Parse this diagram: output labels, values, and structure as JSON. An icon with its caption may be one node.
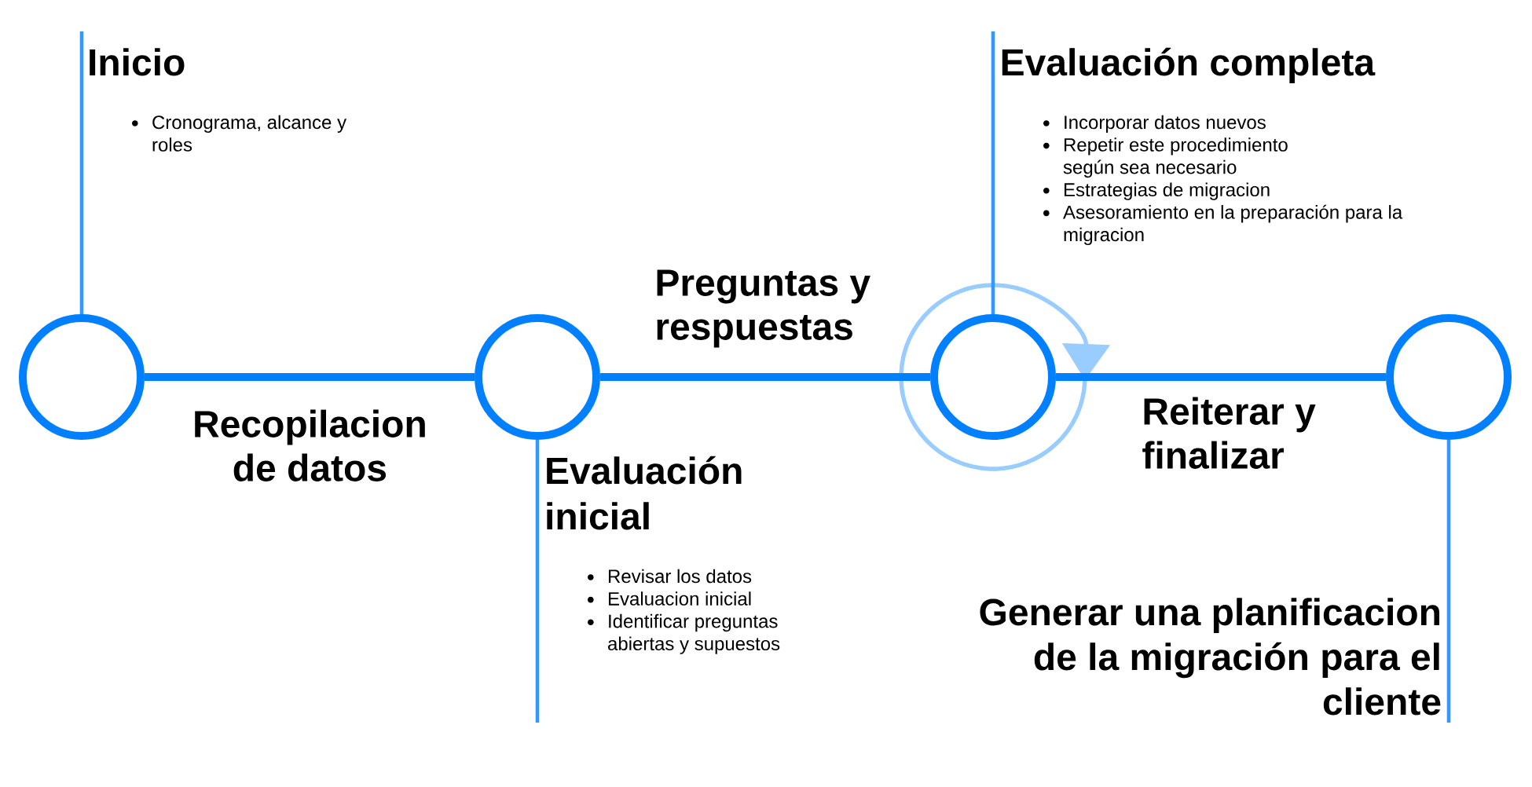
{
  "diagram": {
    "nodes": [
      {
        "text": [],
        "shape": "circle"
      },
      {
        "text": [],
        "shape": "circle"
      },
      {
        "text": [],
        "shape": "circle"
      },
      {
        "text": [],
        "shape": "circle"
      },
      {
        "text": [
          "Inicio",
          "Cronograma, alcance y roles"
        ]
      },
      {
        "text": [
          "Evaluación inicial",
          "Revisar los datos",
          "Evaluacion inicial",
          "Identificar preguntas abiertas y supuestos"
        ]
      },
      {
        "text": [
          "Evaluación completa",
          "Incorporar datos nuevos",
          "Repetir este procedimiento según sea necesario",
          "Estrategias de migracion",
          "Asesoramiento en la preparación para la migracion"
        ]
      },
      {
        "text": [
          "Generar una planificacion de la migración para el cliente"
        ]
      }
    ],
    "edges": [
      {
        "from": 0,
        "to": 1,
        "arrow": "none",
        "label": "Recopilacion de datos",
        "style": "thick",
        "color": "#0080ff"
      },
      {
        "from": 1,
        "to": 2,
        "arrow": "none",
        "label": "Preguntas y respuestas",
        "style": "thick",
        "color": "#0080ff"
      },
      {
        "from": 2,
        "to": 3,
        "arrow": "none",
        "label": "Reiterar y finalizar",
        "style": "thick",
        "color": "#0080ff"
      },
      {
        "from": 0,
        "to": 4,
        "arrow": "none"
      },
      {
        "from": 1,
        "to": 5,
        "arrow": "none"
      },
      {
        "from": 2,
        "to": 6,
        "arrow": "none"
      },
      {
        "from": 3,
        "to": 7,
        "arrow": "none"
      }
    ]
  }
}
